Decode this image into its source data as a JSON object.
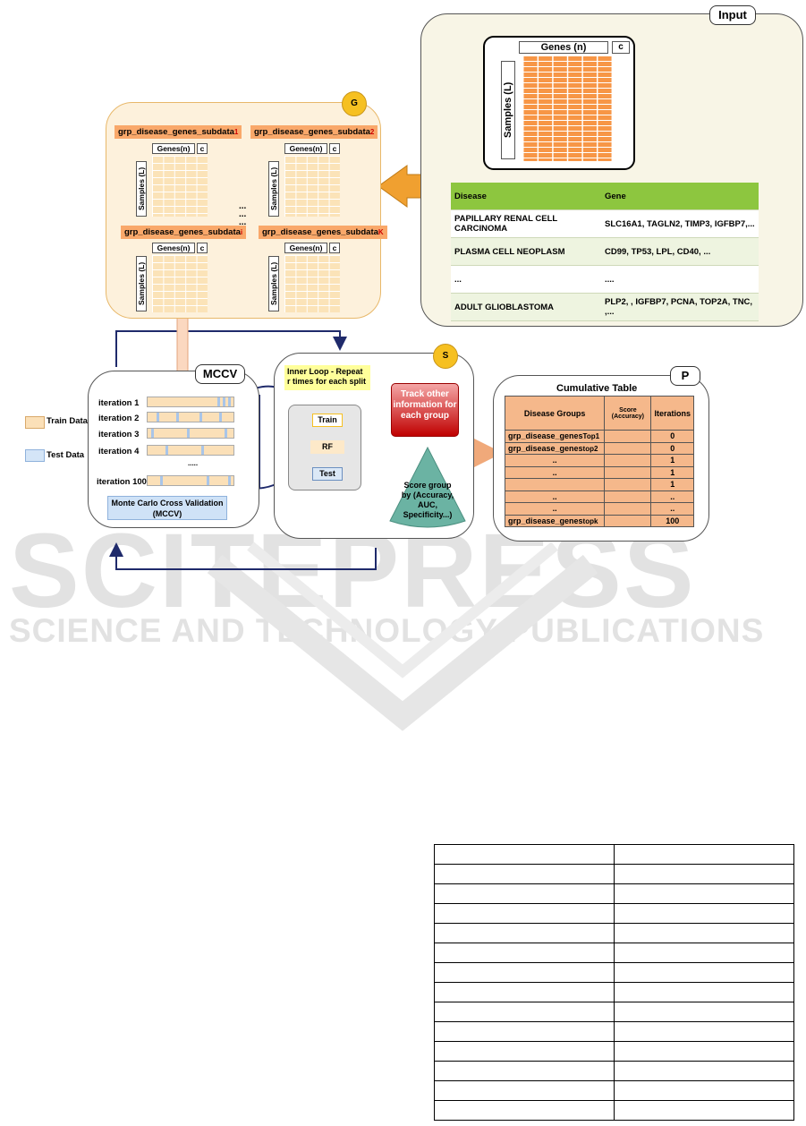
{
  "input_panel": {
    "tag": "Input",
    "matrix": {
      "genes": "Genes (n)",
      "class": "c",
      "samples": "Samples (L)"
    },
    "table": {
      "headers": [
        "Disease",
        "Gene"
      ],
      "rows": [
        [
          "PAPILLARY RENAL CELL CARCINOMA",
          "SLC16A1, TAGLN2, TIMP3, IGFBP7,..."
        ],
        [
          "PLASMA CELL NEOPLASM",
          "CD99, TP53, LPL, CD40, ..."
        ],
        [
          "...",
          "...."
        ],
        [
          "ADULT GLIOBLASTOMA",
          "PLP2, , IGFBP7, PCNA, TOP2A, TNC, ,..."
        ]
      ]
    }
  },
  "g_panel": {
    "badge": "G",
    "subdata": [
      {
        "label": "grp_disease_genes_subdata",
        "index": "1"
      },
      {
        "label": "grp_disease_genes_subdata",
        "index": "2"
      },
      {
        "label": "grp_disease_genes_subdata",
        "index": "i"
      },
      {
        "label": "grp_disease_genes_subdata",
        "index": "K"
      }
    ],
    "genes": "Genes(n)",
    "class": "c",
    "samples": "Samples (L)",
    "dots": "..."
  },
  "mccv_panel": {
    "tag": "MCCV",
    "iterations": [
      "iteration 1",
      "iteration 2",
      "iteration 3",
      "iteration 4",
      "iteration 100"
    ],
    "ellipsis": ".....",
    "caption": "Monte Carlo Cross Validation (MCCV)"
  },
  "legend": {
    "train": "Train Data",
    "test": "Test Data"
  },
  "s_panel": {
    "badge": "S",
    "inner_loop": "Inner Loop - Repeat r times for each split",
    "train": "Train",
    "rf": "RF",
    "test": "Test",
    "track": "Track other information for each group",
    "score": "Score group by (Accuracy, AUC, Specificity...)"
  },
  "p_panel": {
    "tag": "P",
    "title": "Cumulative Table",
    "headers": [
      "Disease Groups",
      "Score (Accuracy)",
      "Iterations"
    ],
    "rows": [
      {
        "group": "grp_disease_genes",
        "sub": "Top1",
        "iter": "0"
      },
      {
        "group": "grp_disease_genes",
        "sub": "top2",
        "iter": "0"
      },
      {
        "group": "..",
        "sub": "",
        "iter": "1"
      },
      {
        "group": "..",
        "sub": "",
        "iter": "1"
      },
      {
        "group": "",
        "sub": "",
        "iter": "1"
      },
      {
        "group": "..",
        "sub": "",
        "iter": ".."
      },
      {
        "group": "..",
        "sub": "",
        "iter": ".."
      },
      {
        "group": "grp_disease_genes",
        "sub": "topk",
        "iter": "100"
      }
    ]
  },
  "watermark": {
    "big": "SCITEPRESS",
    "small": "SCIENCE AND TECHNOLOGY PUBLICATIONS"
  },
  "colors": {
    "orange": "#f79646",
    "green": "#8dc63f",
    "navy": "#1f2a6b",
    "teal": "#6bb3a3",
    "red": "#c00000"
  }
}
